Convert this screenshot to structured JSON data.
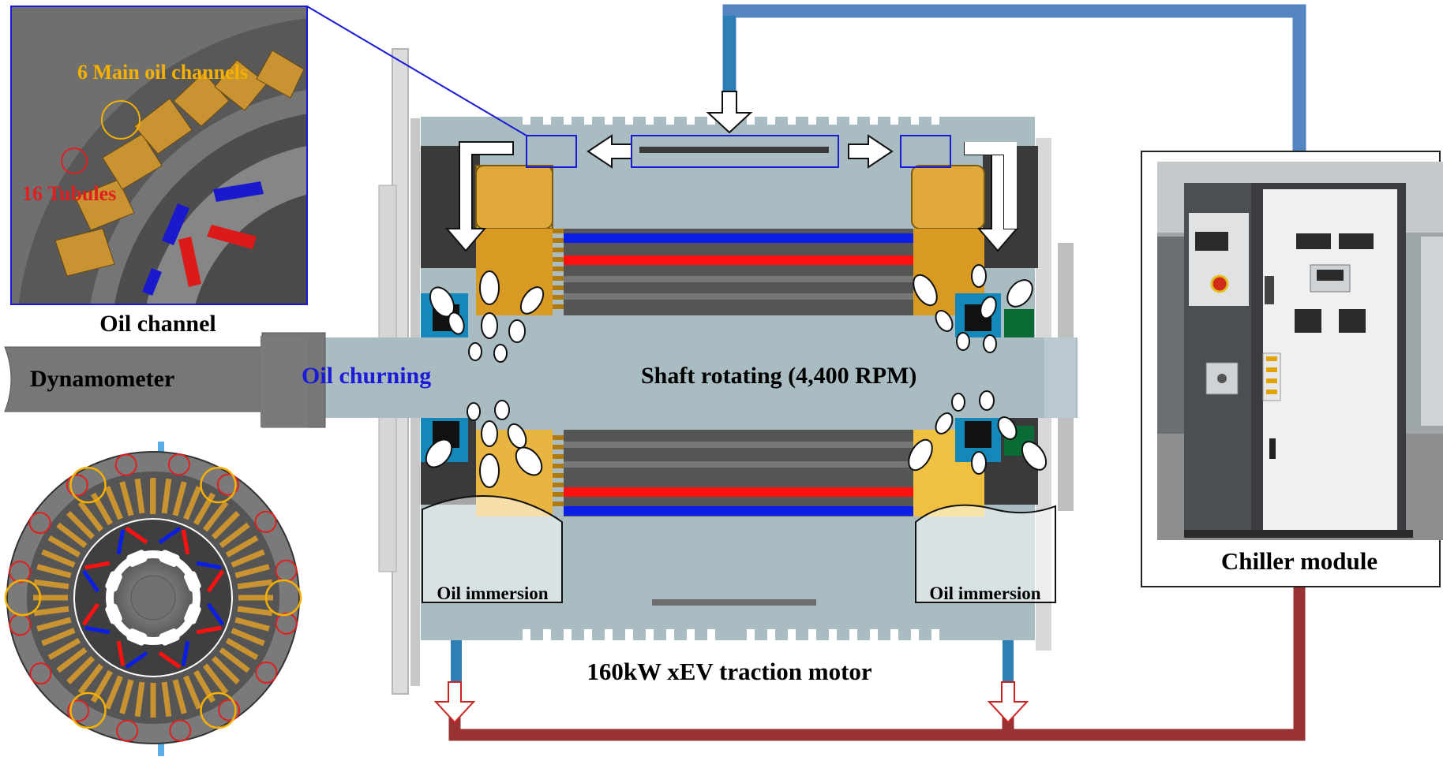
{
  "labels": {
    "oil_channel": "Oil channel",
    "main_oil_channels": "6 Main oil channels",
    "tubules": "16 Tubules",
    "dynamometer": "Dynamometer",
    "oil_churning": "Oil churning",
    "shaft_rotating": "Shaft rotating (4,400 RPM)",
    "oil_immersion_left": "Oil immersion",
    "oil_immersion_right": "Oil immersion",
    "motor": "160kW xEV traction motor",
    "chiller": "Chiller module"
  },
  "colors": {
    "coolant_supply": "#4f81bd",
    "coolant_return": "#993333",
    "main_oil_channel_marker": "#f5b000",
    "tubule_marker": "#e02020",
    "oil_churning_text": "#1a1ad8",
    "housing": "#a9bcc2",
    "winding": "#e0a93a",
    "magnet_red": "#ff1010",
    "magnet_blue": "#0a1ee6",
    "highlight_box": "#1a1ad8"
  }
}
